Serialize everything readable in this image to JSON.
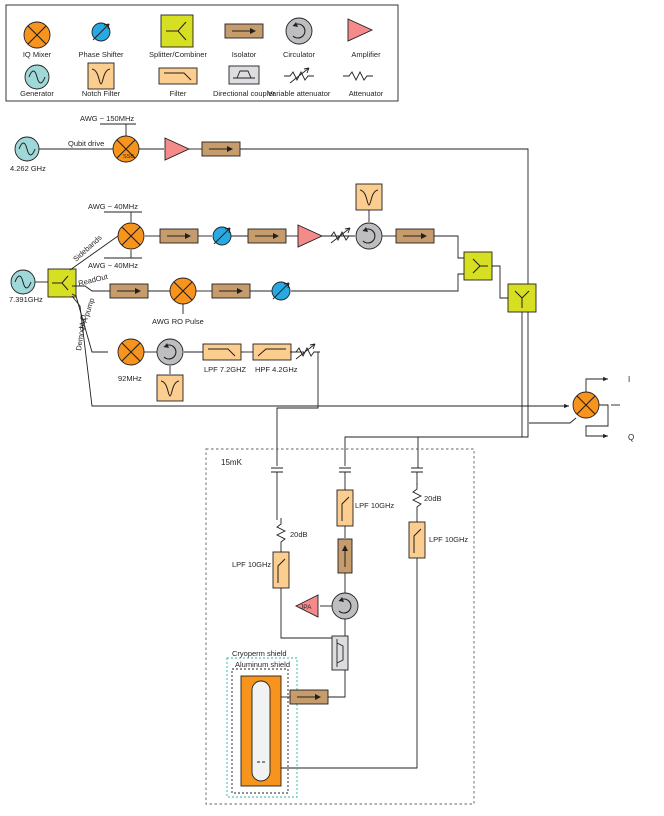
{
  "legend": {
    "iq_mixer": "IQ Mixer",
    "phase_shifter": "Phase Shifter",
    "splitter_combiner": "Splitter/Combiner",
    "isolator": "Isolator",
    "circulator": "Circulator",
    "amplifier": "Amplifier",
    "generator": "Generator",
    "notch_filter": "Notch Filter",
    "filter": "Filter",
    "directional_coupler": "Directional coupler",
    "variable_attenuator": "Variable attenuator",
    "attenuator": "Attenuator"
  },
  "qubit": {
    "awg": "AWG ~ 150MHz",
    "label": "Qubit drive",
    "freq": "4.262 GHz",
    "ssb": "SSB"
  },
  "readout": {
    "freq": "7.391GHz",
    "awg_top": "AWG ~ 40MHz",
    "awg_bottom": "AWG ~ 40MHz",
    "sidebands": "Sidebands",
    "readout": "ReadOut",
    "awg_ro_pulse": "AWG RO Pulse",
    "jpa_pump": "JPA pump",
    "demod_lo": "Demod LO",
    "mhz92": "92MHz",
    "lpf_72": "LPF 7.2GHZ",
    "hpf_42": "HPF 4.2GHz",
    "out_i": "I",
    "out_q": "Q"
  },
  "fridge": {
    "temp": "15mK",
    "att_left": "20dB",
    "att_right": "20dB",
    "lpf_left": "LPF 10GHz",
    "lpf_mid": "LPF 10GHz",
    "lpf_right": "LPF 10GHz",
    "jpa": "JPA",
    "cryoperm": "Cryoperm shield",
    "aluminum": "Aluminum shield"
  },
  "colors": {
    "mixer": "#f7941d",
    "phase_shifter": "#27aae1",
    "splitter": "#d7df23",
    "isolator": "#c69c6d",
    "circulator": "#bcbec0",
    "amplifier": "#f58a8a",
    "generator": "#9fd8d8",
    "filter": "#fbcd8f",
    "coupler": "#dcdde0",
    "shield": "#2bb5a8",
    "fridge_border": "#606060"
  }
}
